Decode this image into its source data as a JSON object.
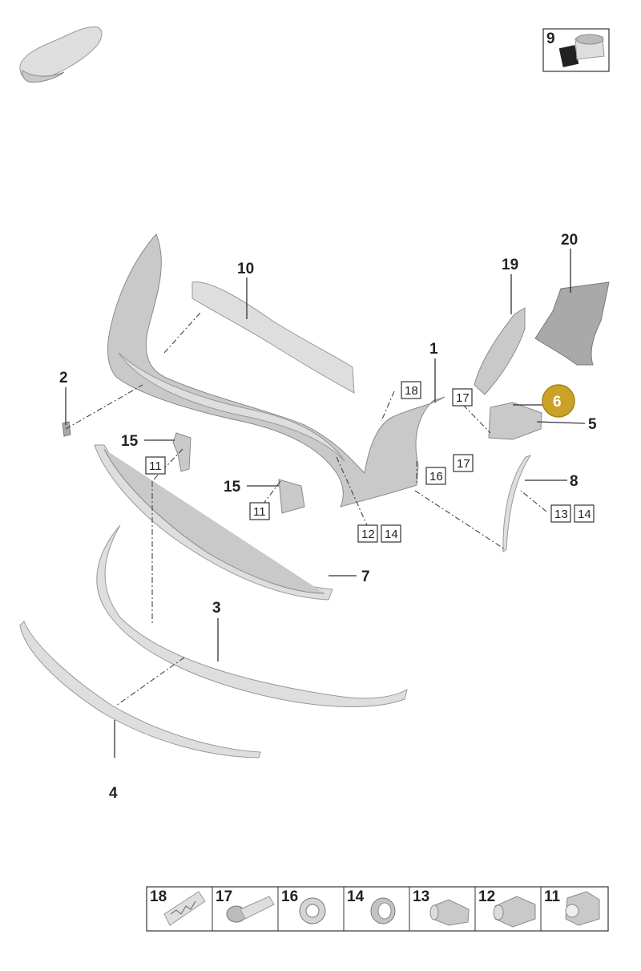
{
  "diagram": {
    "highlight_color": "#c9a227",
    "callouts": {
      "c1": "1",
      "c2": "2",
      "c3": "3",
      "c4": "4",
      "c5": "5",
      "c6": "6",
      "c7": "7",
      "c8": "8",
      "c10": "10",
      "c15a": "15",
      "c15b": "15",
      "c19": "19",
      "c20": "20"
    },
    "boxed": {
      "b18": "18",
      "b17a": "17",
      "b17b": "17",
      "b16": "16",
      "b11a": "11",
      "b11b": "11",
      "b12": "12",
      "b14a": "14",
      "b13": "13",
      "b14b": "14"
    },
    "corner_box": {
      "number": "9",
      "icon": "plug-icon"
    },
    "vehicle_icon": "car-silhouette-icon",
    "legend": [
      {
        "number": "18",
        "icon": "clip-strip-icon"
      },
      {
        "number": "17",
        "icon": "screw-icon"
      },
      {
        "number": "16",
        "icon": "retainer-ring-icon"
      },
      {
        "number": "14",
        "icon": "grommet-icon"
      },
      {
        "number": "13",
        "icon": "sensor-icon"
      },
      {
        "number": "12",
        "icon": "sensor-housing-icon"
      },
      {
        "number": "11",
        "icon": "sensor-bracket-icon"
      }
    ]
  }
}
